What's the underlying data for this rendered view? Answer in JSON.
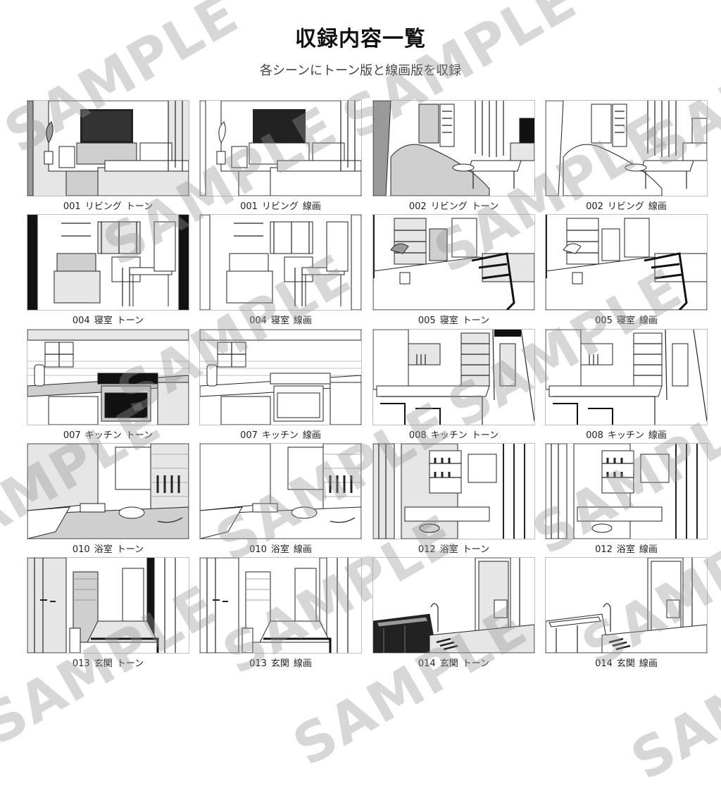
{
  "header": {
    "title": "収録内容一覧",
    "subtitle": "各シーンにトーン版と線画版を収録"
  },
  "watermark": {
    "text": "SAMPLE",
    "color": "#969696"
  },
  "items": [
    {
      "num": "001",
      "room": "リビング",
      "version": "トーン",
      "scene": "living1",
      "tone": true
    },
    {
      "num": "001",
      "room": "リビング",
      "version": "線画",
      "scene": "living1",
      "tone": false
    },
    {
      "num": "002",
      "room": "リビング",
      "version": "トーン",
      "scene": "living2",
      "tone": true
    },
    {
      "num": "002",
      "room": "リビング",
      "version": "線画",
      "scene": "living2",
      "tone": false
    },
    {
      "num": "004",
      "room": "寝室",
      "version": "トーン",
      "scene": "bedroom1",
      "tone": true
    },
    {
      "num": "004",
      "room": "寝室",
      "version": "線画",
      "scene": "bedroom1",
      "tone": false
    },
    {
      "num": "005",
      "room": "寝室",
      "version": "トーン",
      "scene": "bedroom2",
      "tone": true
    },
    {
      "num": "005",
      "room": "寝室",
      "version": "線画",
      "scene": "bedroom2",
      "tone": false
    },
    {
      "num": "007",
      "room": "キッチン",
      "version": "トーン",
      "scene": "kitchen1",
      "tone": true
    },
    {
      "num": "007",
      "room": "キッチン",
      "version": "線画",
      "scene": "kitchen1",
      "tone": false
    },
    {
      "num": "008",
      "room": "キッチン",
      "version": "トーン",
      "scene": "kitchen2",
      "tone": true
    },
    {
      "num": "008",
      "room": "キッチン",
      "version": "線画",
      "scene": "kitchen2",
      "tone": false
    },
    {
      "num": "010",
      "room": "浴室",
      "version": "トーン",
      "scene": "bath1",
      "tone": true
    },
    {
      "num": "010",
      "room": "浴室",
      "version": "線画",
      "scene": "bath1",
      "tone": false
    },
    {
      "num": "012",
      "room": "浴室",
      "version": "トーン",
      "scene": "bath2",
      "tone": true
    },
    {
      "num": "012",
      "room": "浴室",
      "version": "線画",
      "scene": "bath2",
      "tone": false
    },
    {
      "num": "013",
      "room": "玄関",
      "version": "トーン",
      "scene": "entrance1",
      "tone": true
    },
    {
      "num": "013",
      "room": "玄関",
      "version": "線画",
      "scene": "entrance1",
      "tone": false
    },
    {
      "num": "014",
      "room": "玄関",
      "version": "トーン",
      "scene": "entrance2",
      "tone": true
    },
    {
      "num": "014",
      "room": "玄関",
      "version": "線画",
      "scene": "entrance2",
      "tone": false
    }
  ]
}
